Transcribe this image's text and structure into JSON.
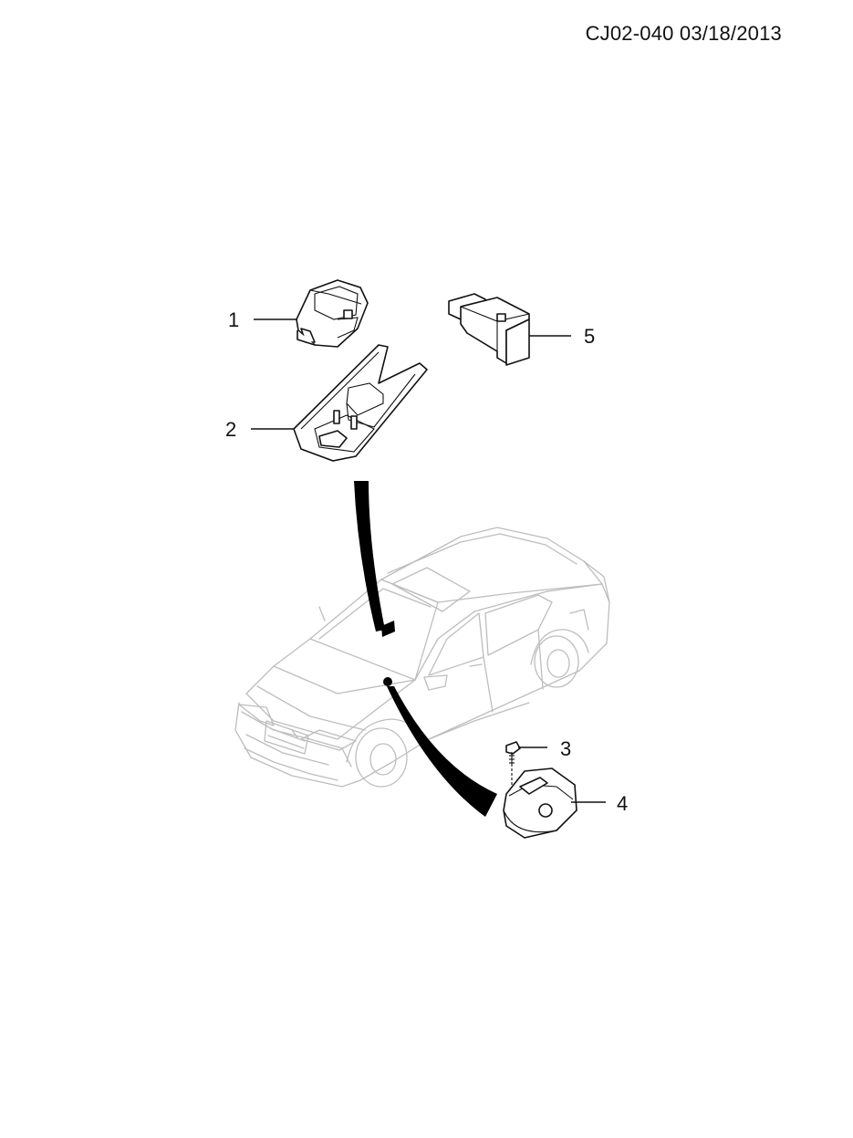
{
  "header": {
    "code": "CJ02-040  03/18/2013"
  },
  "callouts": [
    {
      "id": "part-1",
      "label": "1"
    },
    {
      "id": "part-2",
      "label": "2"
    },
    {
      "id": "part-3",
      "label": "3"
    },
    {
      "id": "part-4",
      "label": "4"
    },
    {
      "id": "part-5",
      "label": "5"
    }
  ],
  "colors": {
    "line": "#111111",
    "vehicle_outline": "#bdbdbd",
    "background": "#ffffff"
  }
}
